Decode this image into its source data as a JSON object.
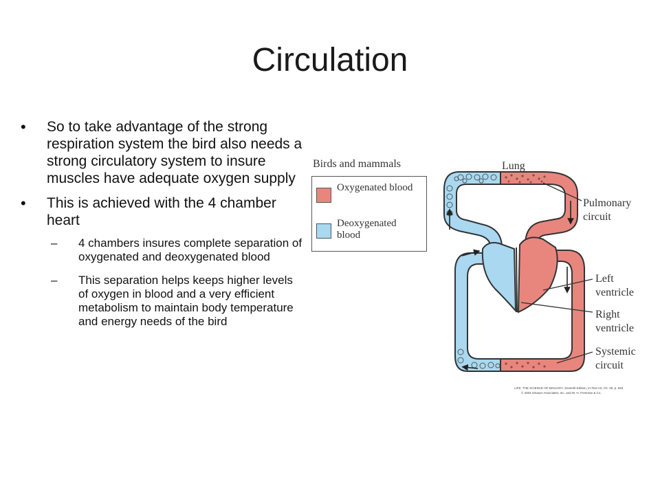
{
  "title": "Circulation",
  "bullets": [
    {
      "text": "So to take advantage of the strong respiration system the bird also needs a strong circulatory system to insure muscles have adequate oxygen supply",
      "subbullets": []
    },
    {
      "text": "This is achieved with the 4 chamber heart",
      "subbullets": [
        "4 chambers insures complete separation of oxygenated and deoxygenated blood",
        "This separation helps keeps higher levels of oxygen in blood and a very efficient metabolism to maintain body temperature and energy needs of the bird"
      ]
    }
  ],
  "legend": {
    "title": "Birds and mammals",
    "items": [
      {
        "label": "Oxygenated blood",
        "color": "#e8867e"
      },
      {
        "label": "Deoxygenated blood",
        "color": "#a9d8f0"
      }
    ]
  },
  "diagram": {
    "labels": {
      "lung": "Lung",
      "pulmonary": [
        "Pulmonary",
        "circuit"
      ],
      "left_ventricle": [
        "Left",
        "ventricle"
      ],
      "right_ventricle": [
        "Right",
        "ventricle"
      ],
      "systemic": [
        "Systemic",
        "circuit"
      ]
    },
    "credit": [
      "LIFE: THE SCIENCE OF BIOLOGY, Seventh Edition, In-Text Art, Ch. 49, p. 945",
      "© 2004 Sinauer Associates, Inc. and W. H. Freeman & Co."
    ],
    "colors": {
      "oxygenated": "#e8867e",
      "deoxygenated": "#a9d8f0",
      "outline": "#333333"
    }
  }
}
